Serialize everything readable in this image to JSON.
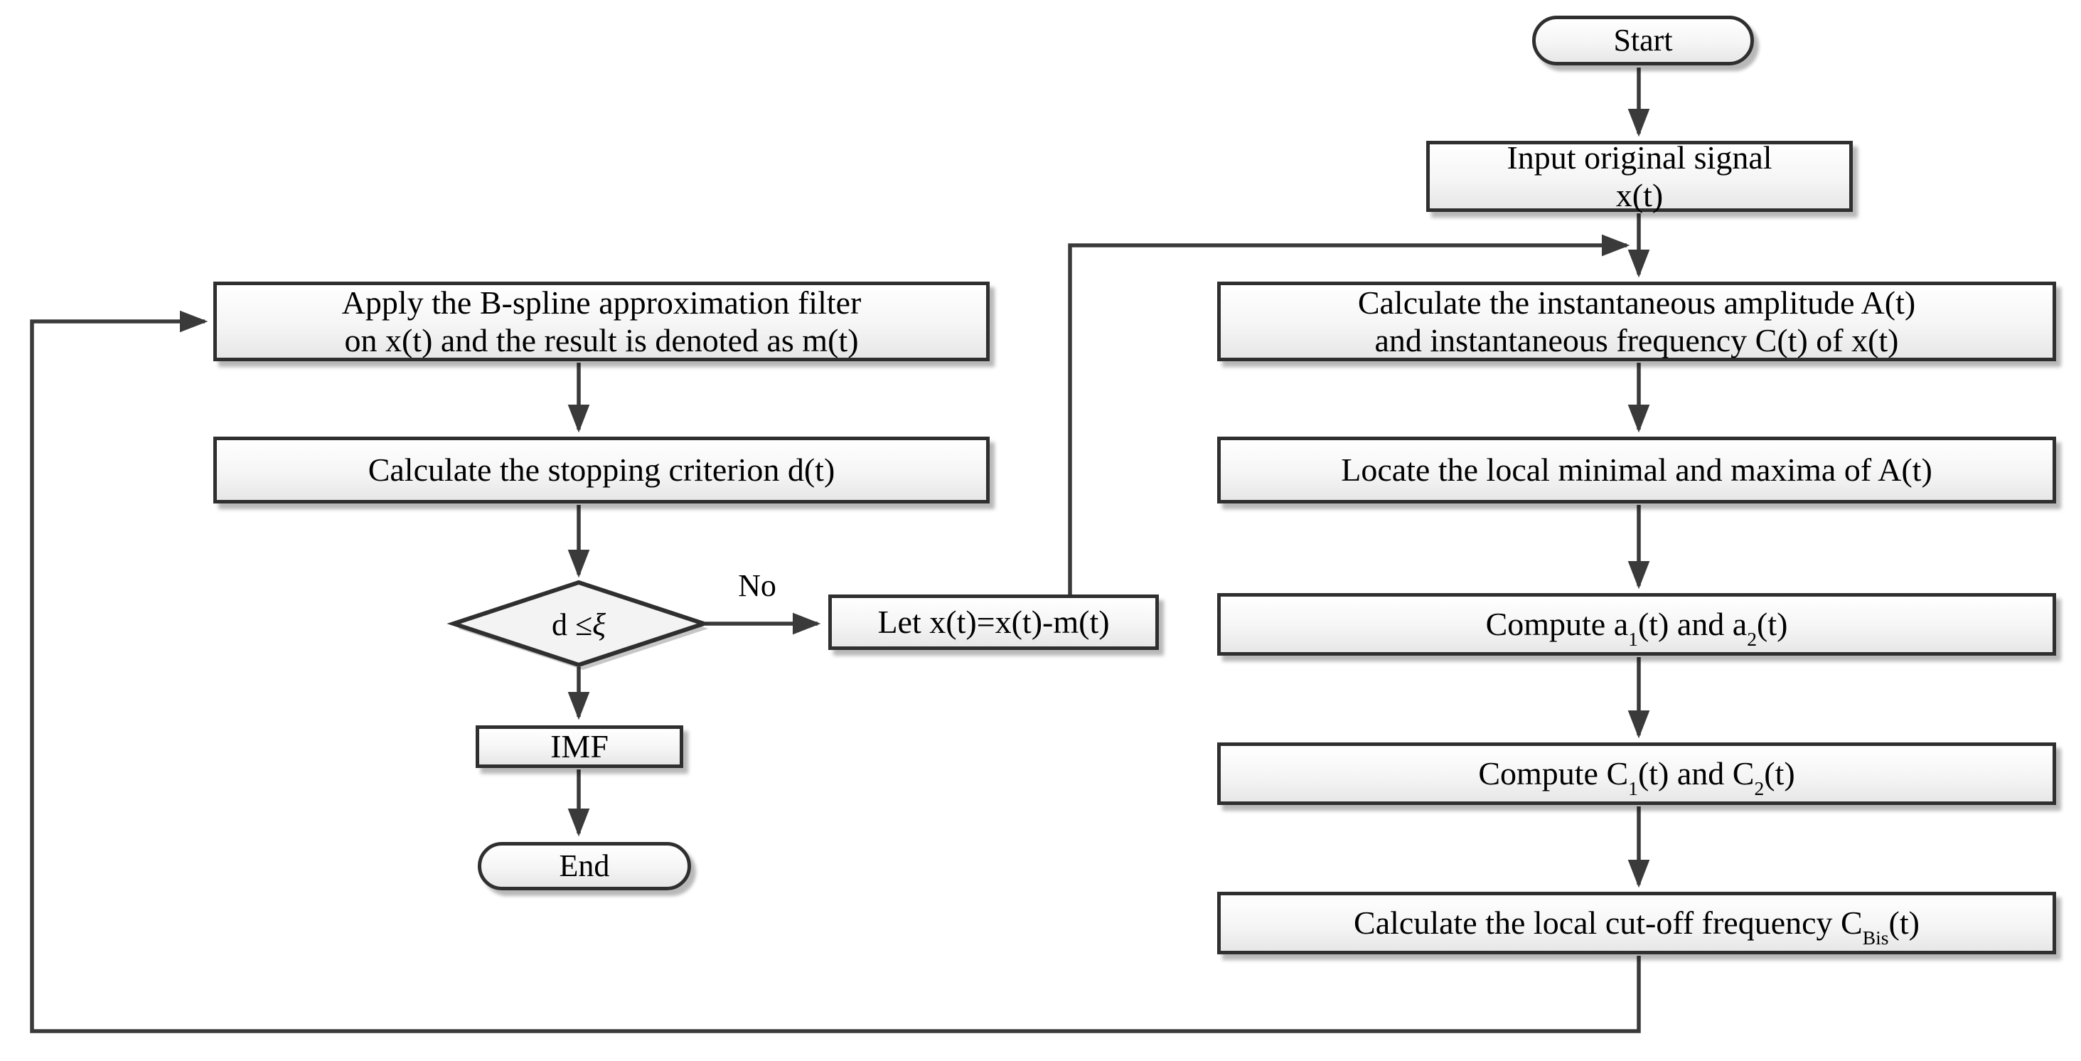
{
  "diagram_type": "flowchart",
  "nodes": {
    "start": {
      "shape": "terminator",
      "label": "Start"
    },
    "input": {
      "shape": "process",
      "line1": "Input original signal",
      "line2": "x(t)"
    },
    "calc_inst": {
      "shape": "process",
      "line1": "Calculate the instantaneous amplitude A(t)",
      "line2": "and instantaneous frequency C(t) of x(t)"
    },
    "locate": {
      "shape": "process",
      "label": "Locate the local minimal and maxima of A(t)"
    },
    "compute_a": {
      "shape": "process",
      "parts": [
        "Compute  a",
        "1",
        "(t) and a",
        "2",
        "(t)"
      ]
    },
    "compute_c": {
      "shape": "process",
      "parts": [
        "Compute C",
        "1",
        "(t) and C",
        "2",
        "(t)"
      ]
    },
    "cutoff": {
      "shape": "process",
      "parts": [
        "Calculate the local cut-off frequency C",
        "Bis",
        "(t)"
      ]
    },
    "apply": {
      "shape": "process",
      "line1": "Apply the B-spline approximation filter",
      "line2": "on x(t) and the result is denoted as m(t)"
    },
    "stopping": {
      "shape": "process",
      "label": "Calculate the stopping criterion d(t)"
    },
    "decision": {
      "shape": "diamond",
      "parts": [
        "d ≤ ",
        "ξ"
      ]
    },
    "let_box": {
      "shape": "process",
      "label": "Let x(t)=x(t)-m(t)"
    },
    "imf": {
      "shape": "process",
      "label": "IMF"
    },
    "end": {
      "shape": "terminator",
      "label": "End"
    }
  },
  "labels": {
    "no": "No"
  },
  "edges": [
    {
      "from": "start",
      "to": "input"
    },
    {
      "from": "input",
      "to": "calc_inst"
    },
    {
      "from": "calc_inst",
      "to": "locate"
    },
    {
      "from": "locate",
      "to": "compute_a"
    },
    {
      "from": "compute_a",
      "to": "compute_c"
    },
    {
      "from": "compute_c",
      "to": "cutoff"
    },
    {
      "from": "cutoff",
      "to": "apply",
      "via": "bottom-left loop"
    },
    {
      "from": "apply",
      "to": "stopping"
    },
    {
      "from": "stopping",
      "to": "decision"
    },
    {
      "from": "decision",
      "to": "let_box",
      "label": "No"
    },
    {
      "from": "let_box",
      "to": "calc_inst",
      "via": "upward feedback line"
    },
    {
      "from": "decision",
      "to": "imf"
    },
    {
      "from": "imf",
      "to": "end"
    }
  ],
  "colors": {
    "line": "#3a3a3a",
    "border": "#2f2f2f",
    "fill_top": "#ffffff",
    "fill_bottom": "#e7e7e7",
    "text": "#000000",
    "background": "#ffffff"
  }
}
